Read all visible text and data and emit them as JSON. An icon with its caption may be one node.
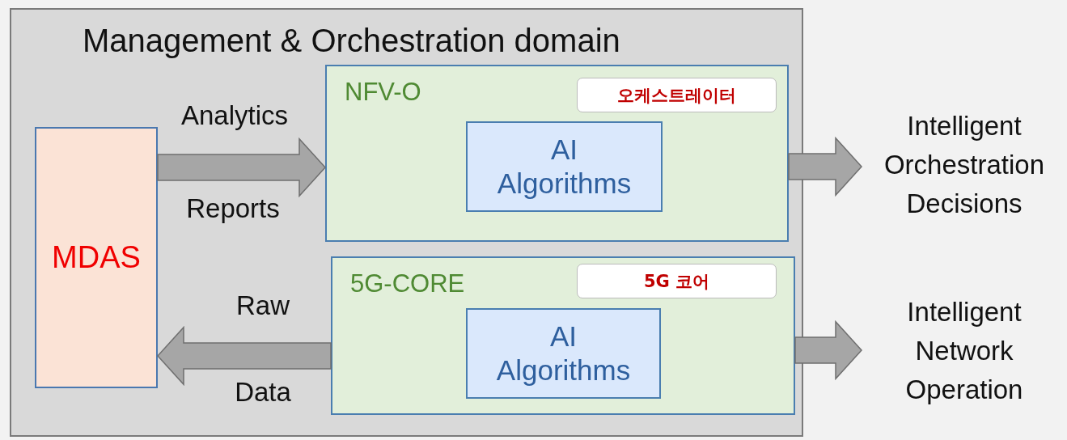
{
  "diagram": {
    "nodes": [
      {
        "text": [
          "Management & Orchestration domain"
        ]
      },
      {
        "text": [
          "MDAS"
        ],
        "in": 0
      },
      {
        "text": [
          "NFV-O"
        ],
        "in": 0
      },
      {
        "text": [
          "오케스트레이터"
        ],
        "in": 2
      },
      {
        "text": [
          "AI Algorithms"
        ],
        "in": 2
      },
      {
        "text": [
          "5G-CORE"
        ],
        "in": 0
      },
      {
        "text": [
          "5G 코어"
        ],
        "in": 5
      },
      {
        "text": [
          "AI Algorithms"
        ],
        "in": 5
      },
      {
        "text": [
          "Intelligent Orchestration Decisions"
        ]
      },
      {
        "text": [
          "Intelligent Network Operation"
        ]
      }
    ],
    "edges": [
      {
        "from": 1,
        "to": 2,
        "arrow": "to"
      },
      {
        "from": 5,
        "to": 1,
        "arrow": "to"
      },
      {
        "from": 2,
        "to": 8,
        "arrow": "to"
      },
      {
        "from": 5,
        "to": 9,
        "arrow": "to"
      }
    ],
    "labels": [
      "Analytics",
      "Reports",
      "Raw",
      "Data"
    ]
  }
}
